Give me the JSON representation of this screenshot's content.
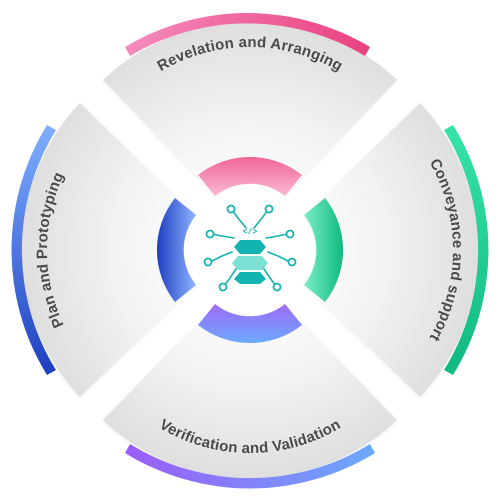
{
  "segments": [
    {
      "id": "top",
      "label": "Revelation and Arranging",
      "color_start": "#f36aa8",
      "color_end": "#e8417f"
    },
    {
      "id": "right",
      "label": "Conveyance and support",
      "color_start": "#37e3a8",
      "color_end": "#10b981"
    },
    {
      "id": "bottom",
      "label": "Verification and Validation",
      "color_start": "#6aa9ff",
      "color_end": "#9b5cf6"
    },
    {
      "id": "left",
      "label": "Plan and Prototyping",
      "color_start": "#2f6be0",
      "color_end": "#1d3fbf"
    }
  ],
  "center_icon": {
    "name": "bug-circuit-icon",
    "color": "#12b3b0"
  }
}
